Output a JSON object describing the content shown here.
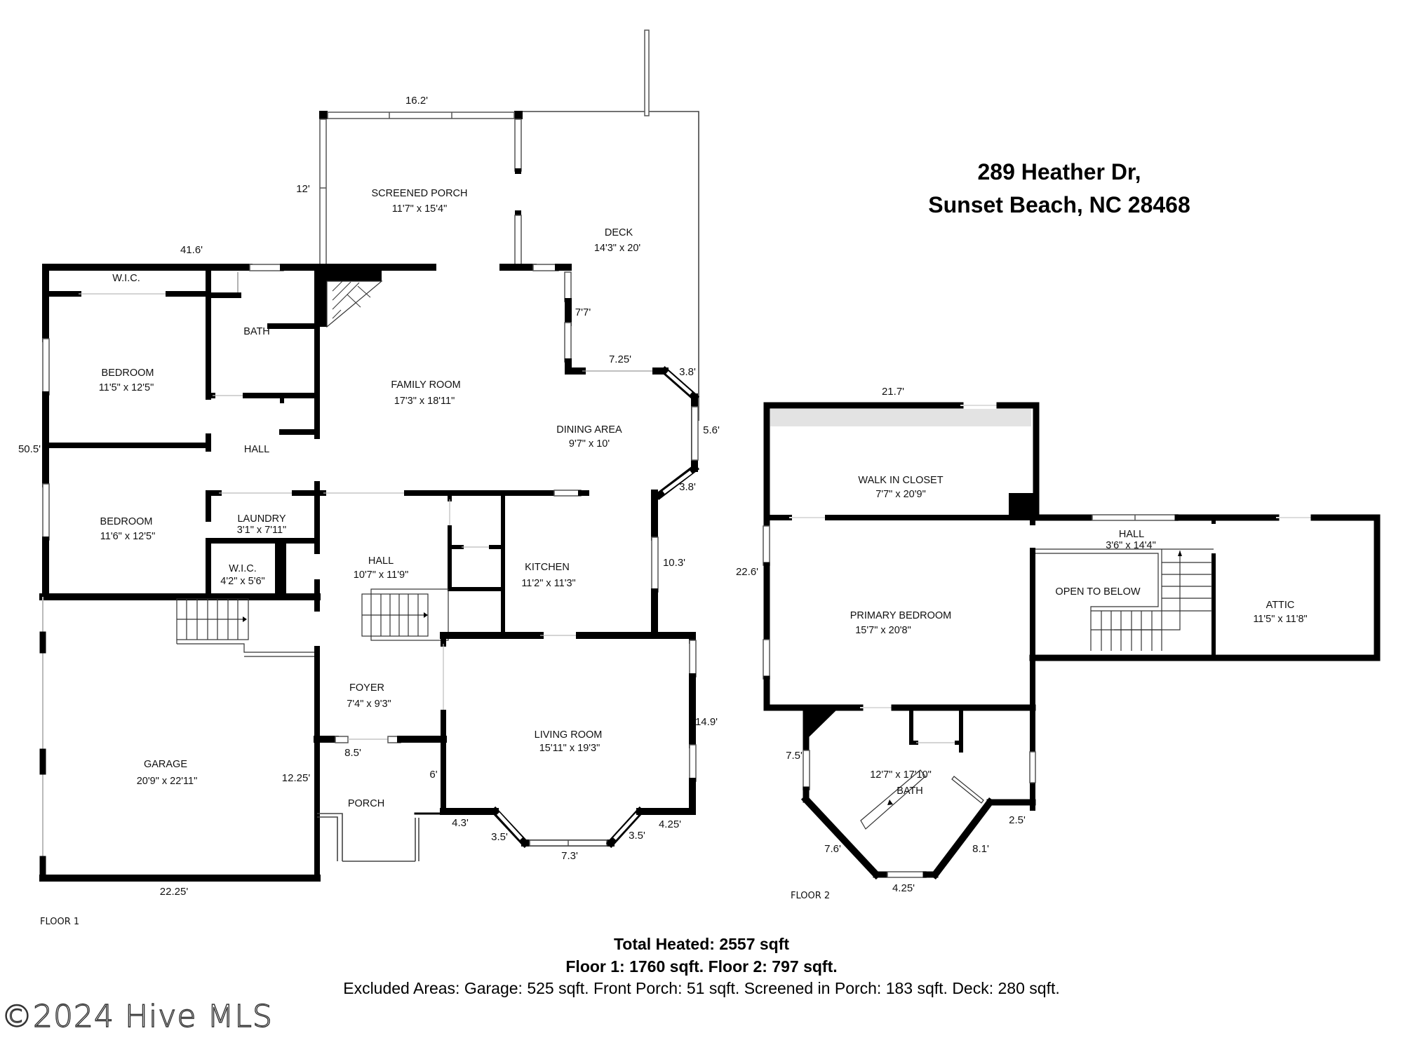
{
  "address": {
    "line1": "289 Heather Dr,",
    "line2": "Sunset Beach, NC 28468"
  },
  "floor1": {
    "label": "FLOOR 1",
    "rooms": {
      "screened_porch": {
        "name": "SCREENED PORCH",
        "size": "11'7\" x 15'4\""
      },
      "deck": {
        "name": "DECK",
        "size": "14'3\" x 20'"
      },
      "wic_top": {
        "name": "W.I.C."
      },
      "bath": {
        "name": "BATH"
      },
      "bedroom1": {
        "name": "BEDROOM",
        "size": "11'5\" x 12'5\""
      },
      "hall_left": {
        "name": "HALL"
      },
      "bedroom2": {
        "name": "BEDROOM",
        "size": "11'6\" x 12'5\""
      },
      "laundry": {
        "name": "LAUNDRY",
        "size": "3'1\" x 7'11\""
      },
      "wic_bottom": {
        "name": "W.I.C.",
        "size": "4'2\" x 5'6\""
      },
      "family_room": {
        "name": "FAMILY ROOM",
        "size": "17'3\" x 18'11\""
      },
      "dining_area": {
        "name": "DINING AREA",
        "size": "9'7\" x 10'"
      },
      "hall_center": {
        "name": "HALL",
        "size": "10'7\" x 11'9\""
      },
      "kitchen": {
        "name": "KITCHEN",
        "size": "11'2\" x 11'3\""
      },
      "foyer": {
        "name": "FOYER",
        "size": "7'4\" x 9'3\""
      },
      "living_room": {
        "name": "LIVING ROOM",
        "size": "15'11\" x 19'3\""
      },
      "garage": {
        "name": "GARAGE",
        "size": "20'9\" x 22'11\""
      },
      "porch": {
        "name": "PORCH"
      }
    },
    "dimensions": {
      "porch_top": "16.2'",
      "porch_side": "12'",
      "house_top": "41.6'",
      "house_left": "50.5'",
      "family_right": "7'7'",
      "dining_bottom": "7.25'",
      "bay_top": "3.8'",
      "bay_mid": "5.6'",
      "bay_bottom": "3.8'",
      "kitchen_right": "10.3'",
      "living_right": "14.9'",
      "porch_width": "8.5'",
      "porch_depth": "6'",
      "garage_right": "12.25'",
      "garage_bottom": "22.25'",
      "living_bl": "4.3'",
      "living_bay_left": "3.5'",
      "living_bay_mid": "7.3'",
      "living_bay_right": "3.5'",
      "living_br": "4.25'"
    }
  },
  "floor2": {
    "label": "FLOOR 2",
    "rooms": {
      "walk_in_closet": {
        "name": "WALK IN CLOSET",
        "size": "7'7\" x 20'9\""
      },
      "primary_bedroom": {
        "name": "PRIMARY BEDROOM",
        "size": "15'7\" x 20'8\""
      },
      "hall": {
        "name": "HALL",
        "size": "3'6\" x 14'4\""
      },
      "open_to_below": {
        "name": "OPEN TO BELOW"
      },
      "attic": {
        "name": "ATTIC",
        "size": "11'5\" x 11'8\""
      },
      "bath": {
        "name": "BATH",
        "size": "12'7\" x 17'10\""
      }
    },
    "dimensions": {
      "top": "21.7'",
      "left": "22.6'",
      "bath_left": "7.5'",
      "bath_bl": "7.6'",
      "bath_bottom": "4.25'",
      "bath_br": "8.1'",
      "bath_right": "2.5'"
    }
  },
  "summary": {
    "total_heated": "Total Heated: 2557 sqft",
    "floors": "Floor 1: 1760 sqft. Floor 2: 797 sqft.",
    "excluded": "Excluded Areas: Garage: 525 sqft. Front Porch: 51 sqft. Screened in Porch: 183 sqft. Deck: 280 sqft."
  },
  "watermark": "©2024 Hive MLS"
}
